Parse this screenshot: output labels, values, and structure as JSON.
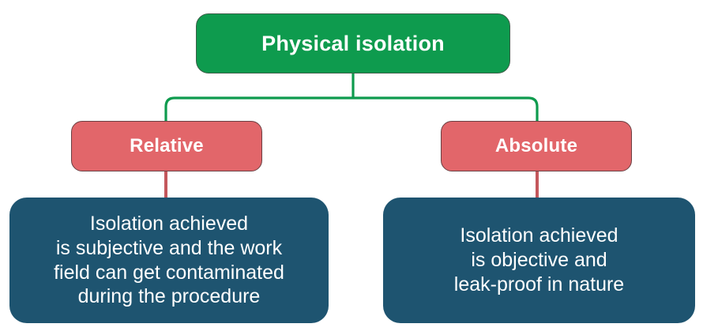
{
  "diagram": {
    "type": "tree",
    "title_node": {
      "label": "Physical isolation",
      "color": "#0E9B4E"
    },
    "branches": [
      {
        "label": "Relative",
        "color": "#E2666A",
        "detail": "Isolation achieved\nis subjective and the work\nfield can get contaminated\nduring the procedure",
        "detail_color": "#1E5470"
      },
      {
        "label": "Absolute",
        "color": "#E2666A",
        "detail": "Isolation achieved\nis objective and\nleak-proof in nature",
        "detail_color": "#1E5470"
      }
    ],
    "connector_colors": {
      "root_to_branch": "#0E9B4E",
      "branch_to_detail": "#C4575C"
    },
    "background": "#FFFFFF"
  }
}
